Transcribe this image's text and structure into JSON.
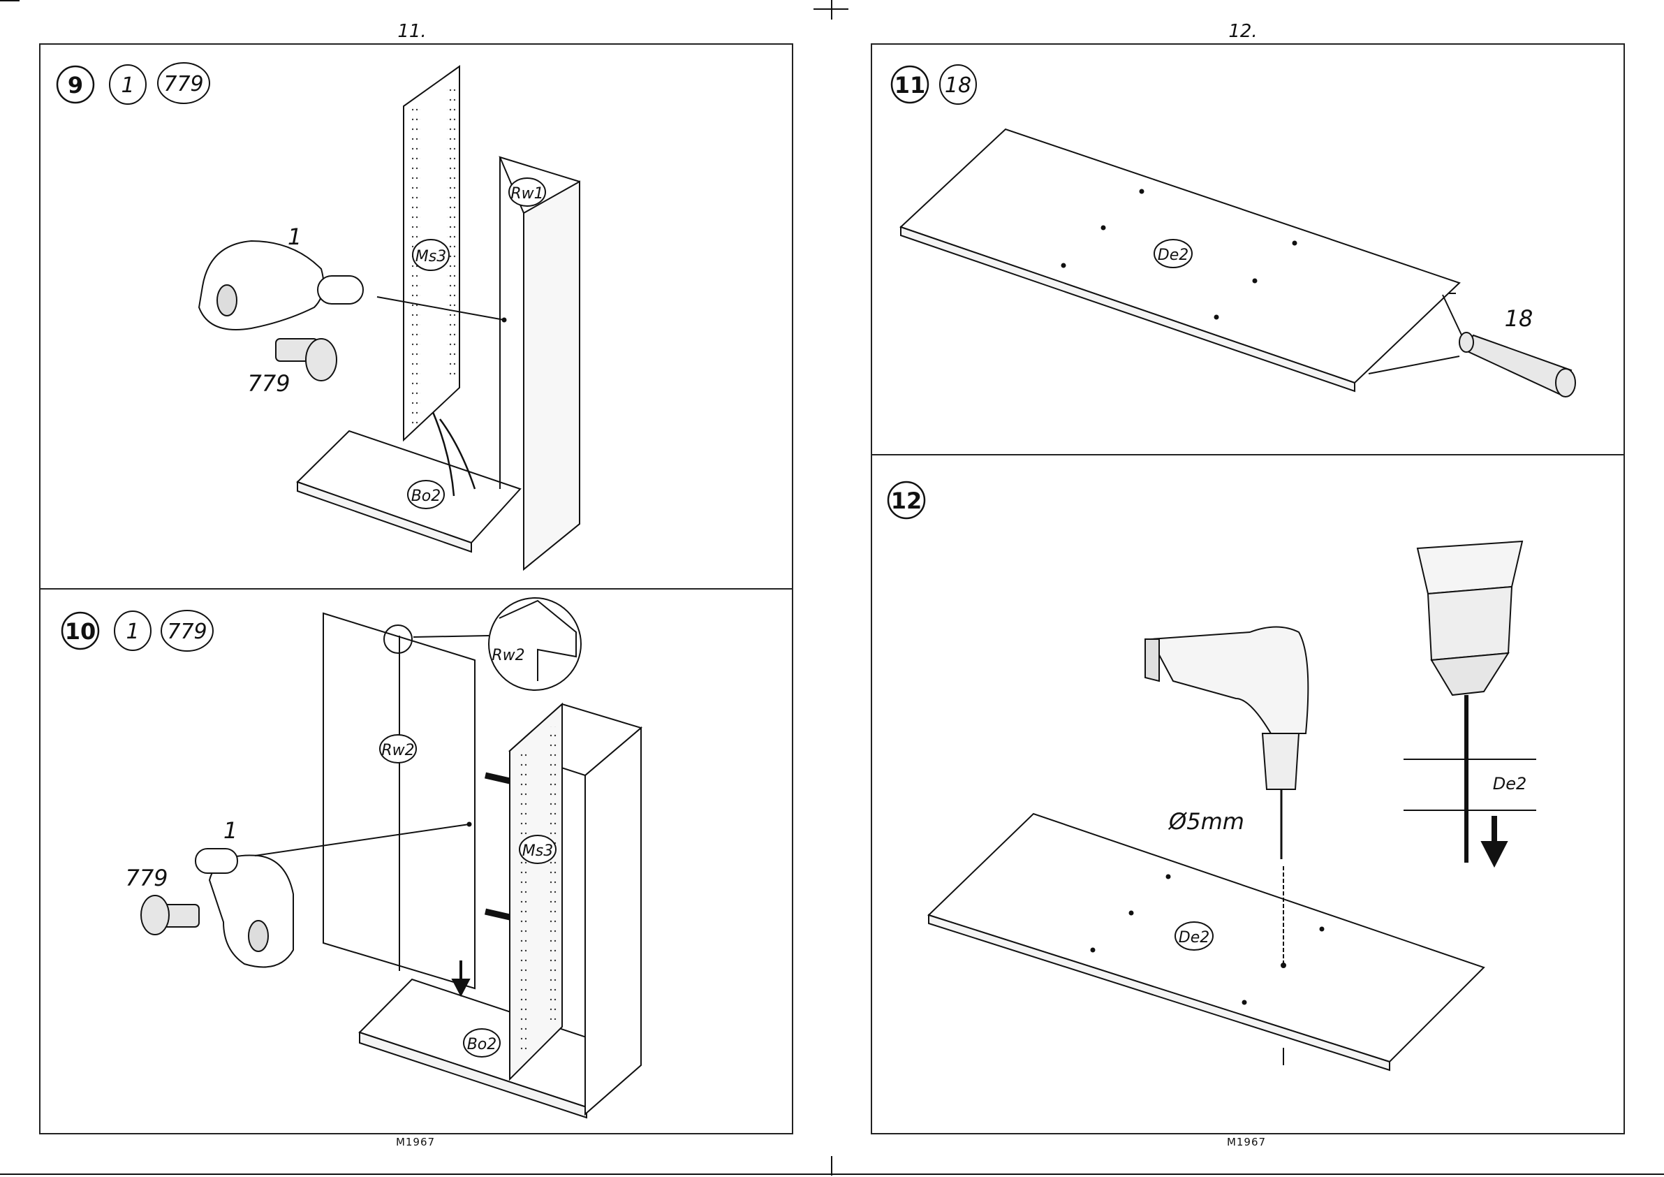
{
  "pages": [
    {
      "number": "11.",
      "footer": "M1967"
    },
    {
      "number": "12.",
      "footer": "M1967"
    }
  ],
  "steps": [
    {
      "step": "9",
      "parts": [
        "1",
        "779"
      ]
    },
    {
      "step": "10",
      "parts": [
        "1",
        "779"
      ]
    },
    {
      "step": "11",
      "parts": [
        "18"
      ]
    },
    {
      "step": "12",
      "parts": []
    }
  ],
  "labels": {
    "ms3": "Ms3",
    "rw1": "Rw1",
    "bo2": "Bo2",
    "rw2": "Rw2",
    "de2": "De2",
    "part_1": "1",
    "part_779": "779",
    "part_18": "18",
    "drill_size": "Ø5mm"
  }
}
